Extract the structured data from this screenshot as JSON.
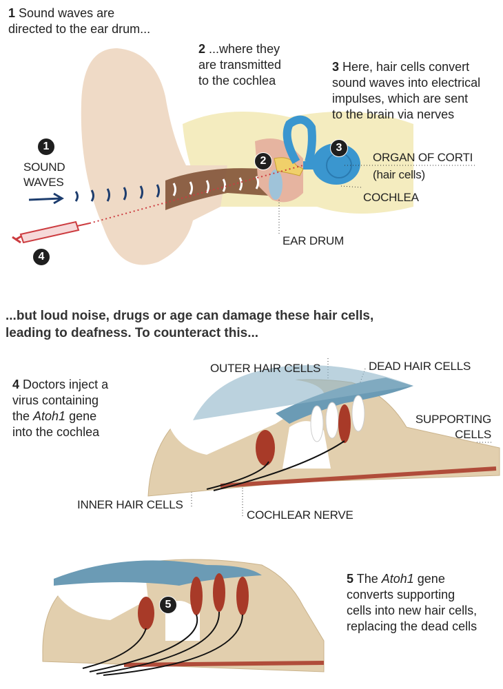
{
  "steps": {
    "s1": {
      "num": "1",
      "text": "Sound waves are",
      "text2": "directed to the ear drum..."
    },
    "s2": {
      "num": "2",
      "text": "...where they",
      "text2": "are transmitted",
      "text3": "to the cochlea"
    },
    "s3": {
      "num": "3",
      "text": "Here, hair cells convert",
      "text2": "sound waves into electrical",
      "text3": "impulses, which are sent",
      "text4": "to the brain via nerves"
    },
    "s4": {
      "num": "4",
      "text": "Doctors inject a",
      "text2": "virus containing",
      "text3a": "the ",
      "gene": "Atoh1",
      "text3b": " gene",
      "text4": "into the cochlea"
    },
    "s5": {
      "num": "5",
      "text1a": "The ",
      "gene": "Atoh1",
      "text1b": " gene",
      "text2": "converts supporting",
      "text3": "cells into new hair cells,",
      "text4": "replacing the dead cells"
    }
  },
  "markers": {
    "m1": "1",
    "m2": "2",
    "m3": "3",
    "m4": "4",
    "m5": "5"
  },
  "labels": {
    "sound_waves_1": "SOUND",
    "sound_waves_2": "WAVES",
    "organ_of_corti": "ORGAN OF CORTI",
    "hair_cells": "(hair cells)",
    "cochlea": "COCHLEA",
    "ear_drum": "EAR DRUM",
    "outer_hair_cells": "OUTER HAIR CELLS",
    "dead_hair_cells": "DEAD HAIR CELLS",
    "supporting_1": "SUPPORTING",
    "supporting_2": "CELLS",
    "inner_hair_cells": "INNER HAIR CELLS",
    "cochlear_nerve": "COCHLEAR NERVE"
  },
  "transition": {
    "line1": "...but loud noise, drugs or age can damage these hair cells,",
    "line2": "leading to deafness. To counteract this..."
  },
  "colors": {
    "skin": "#efdac6",
    "canal": "#7b4b2f",
    "cochlea": "#3a96cf",
    "bone": "#f4ecbf",
    "tissue": "#e2cfae",
    "cell": "#a83a28",
    "membrane": "#6b9bb5",
    "syringe": "#cc3b3f"
  }
}
